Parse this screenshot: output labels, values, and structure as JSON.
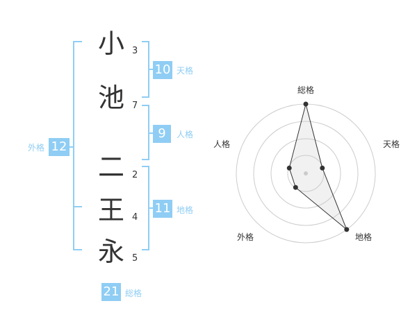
{
  "name": {
    "chars": [
      {
        "char": "小",
        "strokes": "3"
      },
      {
        "char": "池",
        "strokes": "7"
      },
      {
        "char": "二",
        "strokes": "2"
      },
      {
        "char": "王",
        "strokes": "4"
      },
      {
        "char": "永",
        "strokes": "5"
      }
    ]
  },
  "fortune": {
    "ten": {
      "value": "10",
      "label": "天格"
    },
    "jin": {
      "value": "9",
      "label": "人格"
    },
    "chi": {
      "value": "11",
      "label": "地格"
    },
    "gai": {
      "value": "12",
      "label": "外格"
    },
    "sou": {
      "value": "21",
      "label": "総格"
    }
  },
  "colors": {
    "accent": "#8fcdf4",
    "text": "#333333",
    "grid": "#cccccc"
  },
  "radar": {
    "axes": [
      "総格",
      "天格",
      "地格",
      "外格",
      "人格"
    ],
    "values": [
      4,
      1,
      4,
      1,
      1
    ],
    "max": 4
  }
}
